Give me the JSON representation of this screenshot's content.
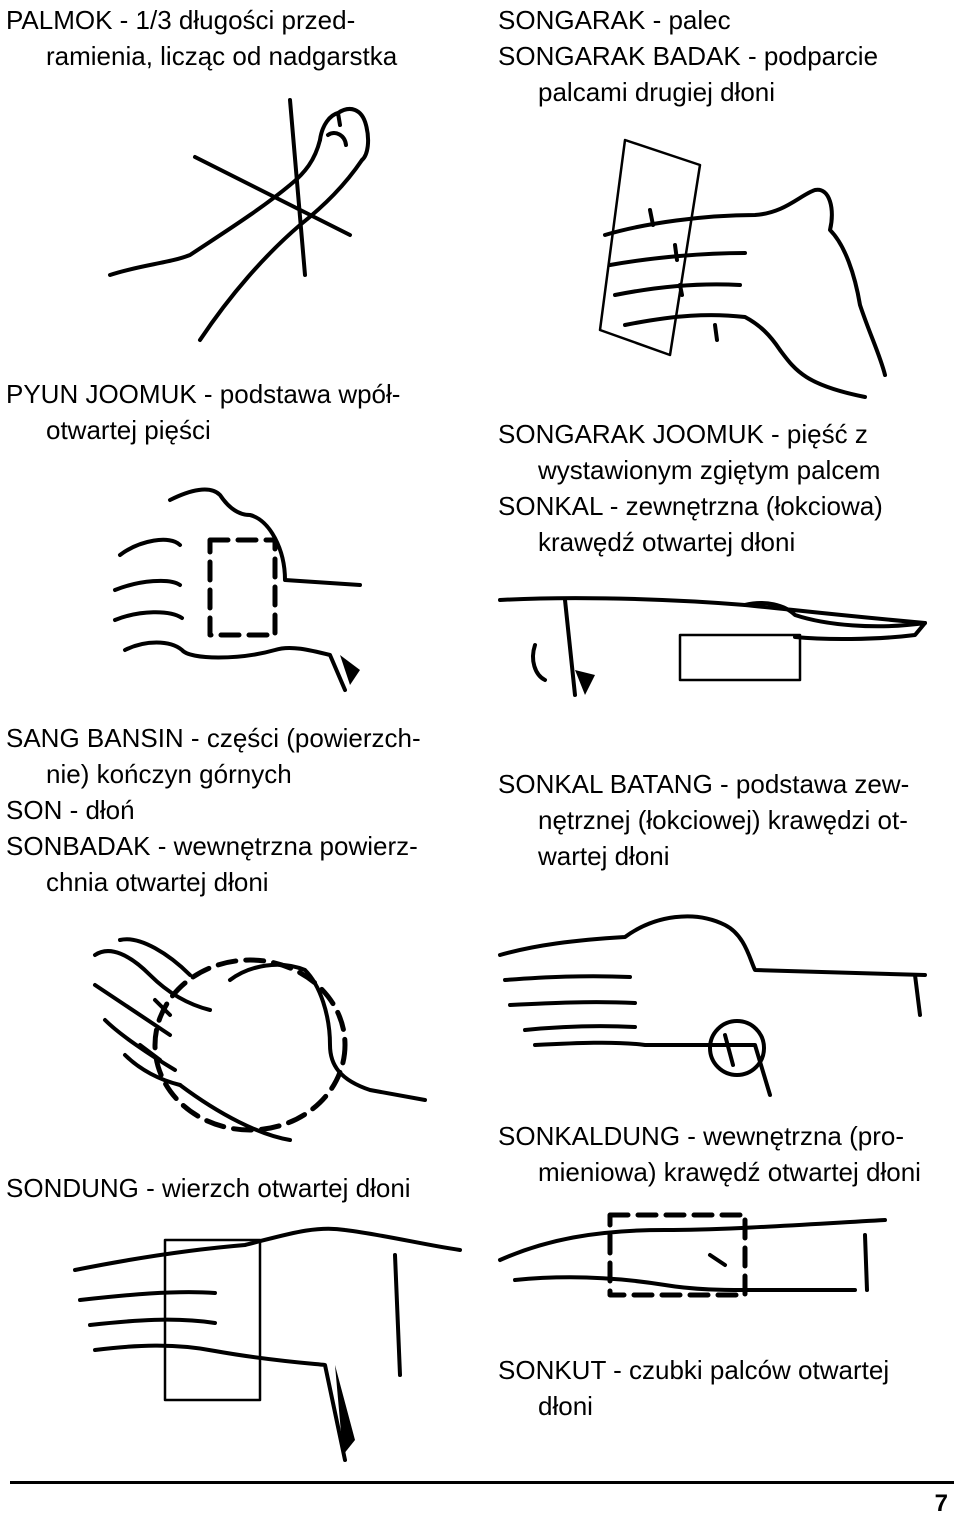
{
  "captions": {
    "palmok": {
      "line1": "PALMOK - 1/3 długości przed-",
      "line2": "ramienia, licząc od nadgarstka"
    },
    "songarak": {
      "line1": "SONGARAK - palec",
      "line2": "SONGARAK BADAK - podparcie",
      "line3": "palcami drugiej dłoni"
    },
    "pyun_joomuk": {
      "line1": "PYUN JOOMUK - podstawa wpół-",
      "line2": "otwartej pięści"
    },
    "songarak_joomuk": {
      "line1": "SONGARAK JOOMUK - pięść z",
      "line2": "wystawionym zgiętym palcem",
      "line3": "SONKAL - zewnętrzna (łokciowa)",
      "line4": "krawędź otwartej dłoni"
    },
    "sang_bansin": {
      "line1": "SANG BANSIN - części (powierzch-",
      "line2": "nie) kończyn górnych",
      "line3": "SON - dłoń",
      "line4": "SONBADAK - wewnętrzna powierz-",
      "line5": "chnia otwartej dłoni"
    },
    "sonkal_batang": {
      "line1": "SONKAL BATANG - podstawa zew-",
      "line2": "nętrznej (łokciowej) krawędzi ot-",
      "line3": "wartej dłoni"
    },
    "sondung": {
      "line1": "SONDUNG - wierzch otwartej dłoni"
    },
    "sonkaldung": {
      "line1": "SONKALDUNG - wewnętrzna (pro-",
      "line2": "mieniowa) krawędź otwartej dłoni"
    },
    "sonkut": {
      "line1": "SONKUT - czubki palców otwartej",
      "line2": "dłoni"
    }
  },
  "page_number": "7"
}
